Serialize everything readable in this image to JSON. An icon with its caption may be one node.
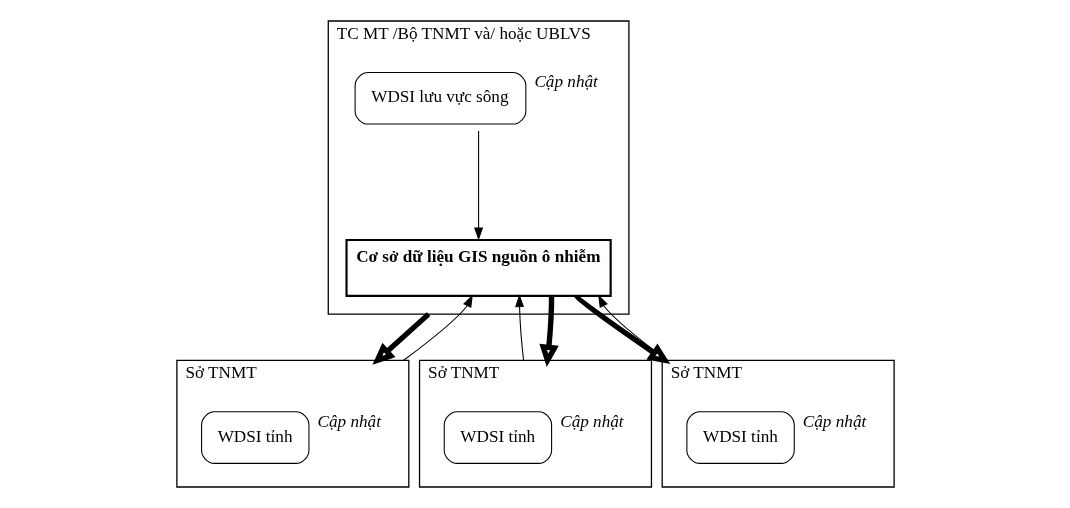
{
  "diagram": {
    "nodes": [
      {
        "text": [
          "TC MT /Bộ TNMT và/ hoặc UBLVS"
        ]
      },
      {
        "text": [
          "WDSI lưu vực sông"
        ],
        "in": 0,
        "beside": [
          "Cập nhật"
        ]
      },
      {
        "text": [
          "Cơ sở dữ liệu GIS nguồn ô nhiễm"
        ],
        "in": 0
      },
      {
        "text": [
          "Sở TNMT"
        ]
      },
      {
        "text": [
          "WDSI tỉnh"
        ],
        "in": 3,
        "beside": [
          "Cập nhật"
        ]
      },
      {
        "text": [
          "Sở TNMT"
        ]
      },
      {
        "text": [
          "WDSI tỉnh"
        ],
        "in": 5,
        "beside": [
          "Cập nhật"
        ]
      },
      {
        "text": [
          "Sở TNMT"
        ]
      },
      {
        "text": [
          "WDSI tỉnh"
        ],
        "in": 7,
        "beside": [
          "Cập nhật"
        ]
      }
    ],
    "edges": [
      {
        "from": 1,
        "to": 2,
        "arrow": "to"
      },
      {
        "from": 0,
        "to": 3,
        "arrow": "to",
        "style": "thick"
      },
      {
        "from": 3,
        "to": 2,
        "arrow": "to"
      },
      {
        "from": 5,
        "to": 2,
        "arrow": "to"
      },
      {
        "from": 2,
        "to": 5,
        "arrow": "to",
        "style": "thick"
      },
      {
        "from": 7,
        "to": 2,
        "arrow": "to"
      },
      {
        "from": 2,
        "to": 7,
        "arrow": "to",
        "style": "thick"
      }
    ]
  }
}
